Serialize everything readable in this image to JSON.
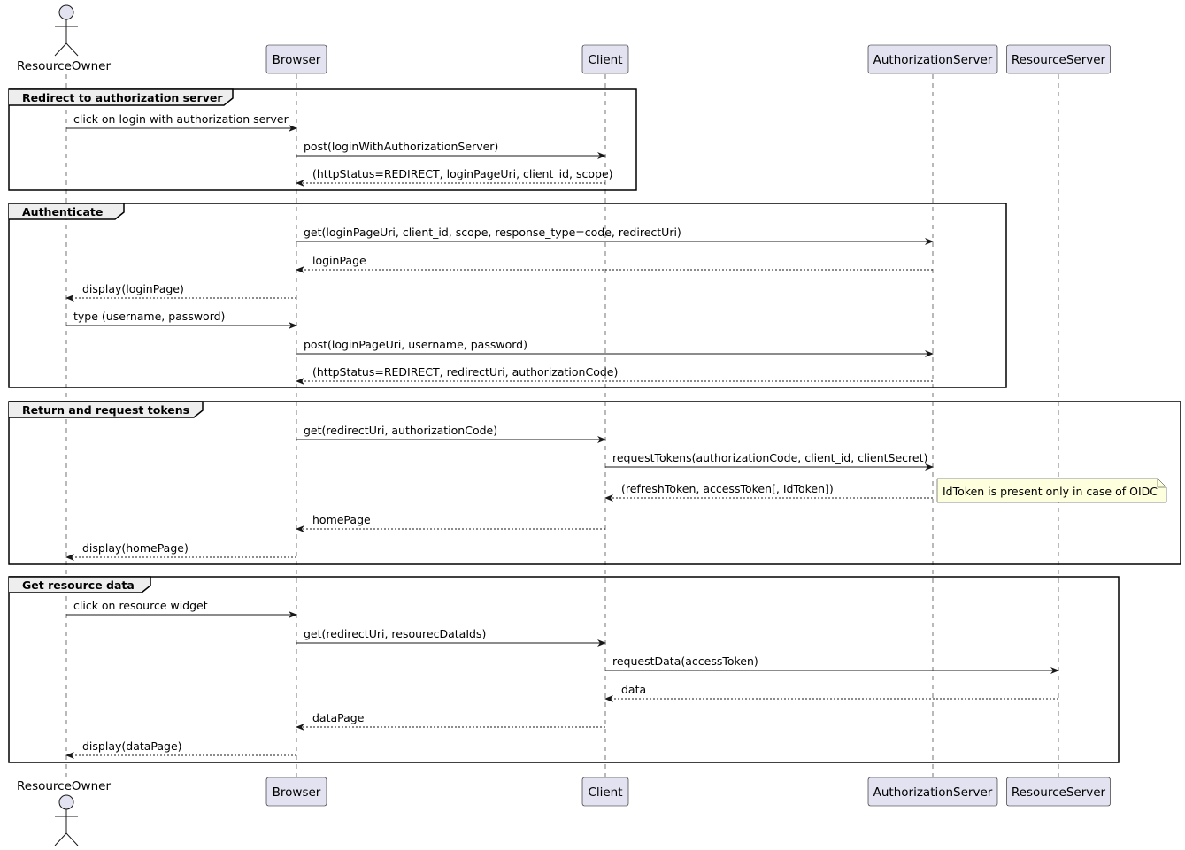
{
  "participants": [
    {
      "id": "ro",
      "name": "ResourceOwner",
      "kind": "actor"
    },
    {
      "id": "br",
      "name": "Browser",
      "kind": "box"
    },
    {
      "id": "cl",
      "name": "Client",
      "kind": "box"
    },
    {
      "id": "as",
      "name": "AuthorizationServer",
      "kind": "box"
    },
    {
      "id": "rs",
      "name": "ResourceServer",
      "kind": "box"
    }
  ],
  "groups": [
    {
      "label": "Redirect to authorization server"
    },
    {
      "label": "Authenticate"
    },
    {
      "label": "Return and request tokens"
    },
    {
      "label": "Get resource data"
    }
  ],
  "messages": [
    {
      "from": "ro",
      "to": "br",
      "text": "click on login with authorization server",
      "style": "solid"
    },
    {
      "from": "br",
      "to": "cl",
      "text": "post(loginWithAuthorizationServer)",
      "style": "solid"
    },
    {
      "from": "cl",
      "to": "br",
      "text": "(httpStatus=REDIRECT, loginPageUri, client_id, scope)",
      "style": "dashed"
    },
    {
      "from": "br",
      "to": "as",
      "text": "get(loginPageUri, client_id, scope, response_type=code, redirectUri)",
      "style": "solid"
    },
    {
      "from": "as",
      "to": "br",
      "text": "loginPage",
      "style": "dashed"
    },
    {
      "from": "br",
      "to": "ro",
      "text": "display(loginPage)",
      "style": "dashed"
    },
    {
      "from": "ro",
      "to": "br",
      "text": "type (username, password)",
      "style": "solid"
    },
    {
      "from": "br",
      "to": "as",
      "text": "post(loginPageUri, username, password)",
      "style": "solid"
    },
    {
      "from": "as",
      "to": "br",
      "text": "(httpStatus=REDIRECT, redirectUri, authorizationCode)",
      "style": "dashed"
    },
    {
      "from": "br",
      "to": "cl",
      "text": "get(redirectUri, authorizationCode)",
      "style": "solid"
    },
    {
      "from": "cl",
      "to": "as",
      "text": "requestTokens(authorizationCode, client_id, clientSecret)",
      "style": "solid"
    },
    {
      "from": "as",
      "to": "cl",
      "text": "(refreshToken, accessToken[, IdToken])",
      "style": "dashed"
    },
    {
      "from": "cl",
      "to": "br",
      "text": "homePage",
      "style": "dashed"
    },
    {
      "from": "br",
      "to": "ro",
      "text": "display(homePage)",
      "style": "dashed"
    },
    {
      "from": "ro",
      "to": "br",
      "text": "click on resource widget",
      "style": "solid"
    },
    {
      "from": "br",
      "to": "cl",
      "text": "get(redirectUri, resourecDataIds)",
      "style": "solid"
    },
    {
      "from": "cl",
      "to": "rs",
      "text": "requestData(accessToken)",
      "style": "solid"
    },
    {
      "from": "rs",
      "to": "cl",
      "text": "data",
      "style": "dashed"
    },
    {
      "from": "cl",
      "to": "br",
      "text": "dataPage",
      "style": "dashed"
    },
    {
      "from": "br",
      "to": "ro",
      "text": "display(dataPage)",
      "style": "dashed"
    }
  ],
  "note": {
    "text": "IdToken is present only in case of OIDC"
  },
  "colors": {
    "participant_fill": "#E2E2F0",
    "participant_border": "#181818",
    "lifeline": "#181818",
    "frame_border": "#000000",
    "note_fill": "#FEFFDD",
    "note_border": "#181818"
  }
}
